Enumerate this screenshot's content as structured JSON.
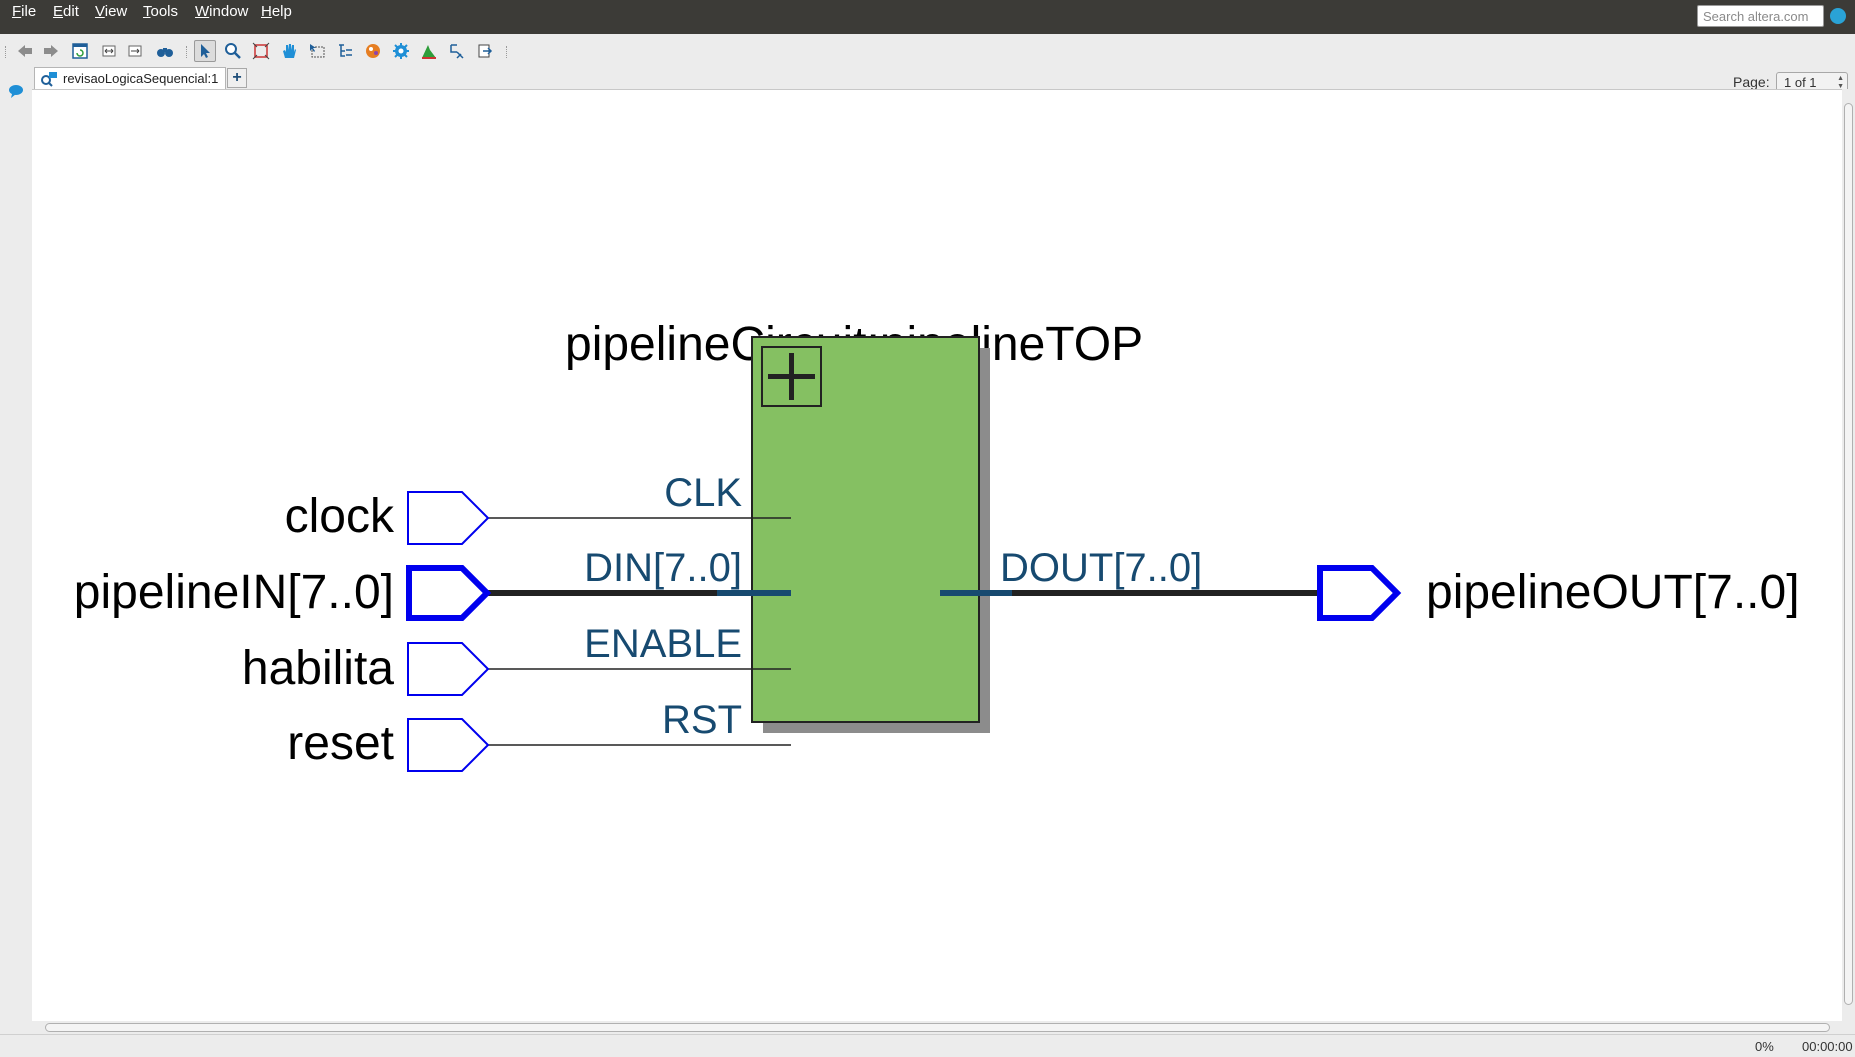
{
  "menubar": {
    "items": [
      {
        "mnemonic": "F",
        "rest": "ile"
      },
      {
        "mnemonic": "E",
        "rest": "dit"
      },
      {
        "mnemonic": "V",
        "rest": "iew"
      },
      {
        "mnemonic": "T",
        "rest": "ools"
      },
      {
        "mnemonic": "W",
        "rest": "indow"
      },
      {
        "mnemonic": "H",
        "rest": "elp"
      }
    ],
    "search_placeholder": "Search altera.com"
  },
  "toolbar": {
    "page_label": "Page:",
    "page_value": "1 of 1"
  },
  "tabs": {
    "active_label": "revisaoLogicaSequencial:1",
    "add_label": "+"
  },
  "schematic": {
    "block_title": "pipelineCircuit:pipelineTOP",
    "inputs": [
      {
        "name": "clock",
        "port": "CLK",
        "bus": false
      },
      {
        "name": "pipelineIN[7..0]",
        "port": "DIN[7..0]",
        "bus": true
      },
      {
        "name": "habilita",
        "port": "ENABLE",
        "bus": false
      },
      {
        "name": "reset",
        "port": "RST",
        "bus": false
      }
    ],
    "output": {
      "name": "pipelineOUT[7..0]",
      "port": "DOUT[7..0]",
      "bus": true
    },
    "colors": {
      "block_fill": "#85c062",
      "pin_outline": "#0000ee",
      "port_label": "#174a70",
      "wire": "#222222"
    }
  },
  "status": {
    "progress": "0%",
    "elapsed": "00:00:00"
  }
}
